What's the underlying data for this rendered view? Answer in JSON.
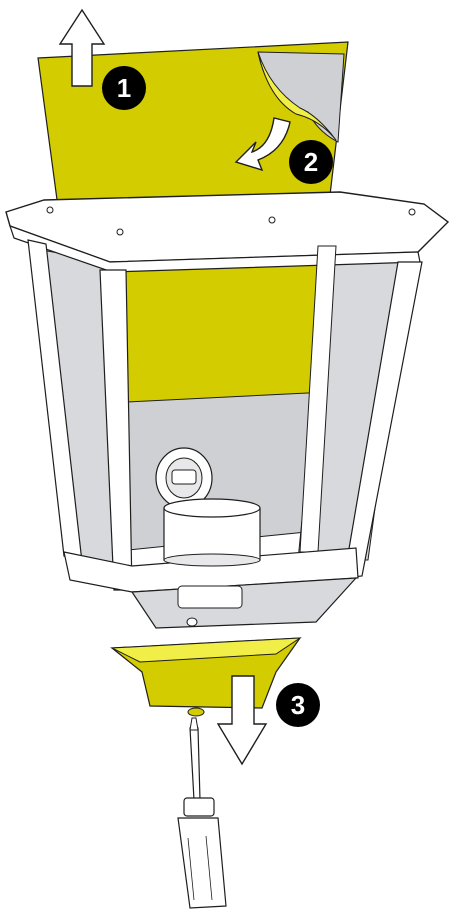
{
  "steps": [
    {
      "number": "1",
      "action": "lift-out"
    },
    {
      "number": "2",
      "action": "peel-film"
    },
    {
      "number": "3",
      "action": "remove-base"
    }
  ],
  "colors": {
    "film": "#d2cc00",
    "film_light": "#f2ee48",
    "frame": "#ffffff",
    "glass": "#cfd0d4",
    "outline": "#1e1e1e",
    "badge": "#000000"
  },
  "icons": [
    "arrow-up-icon",
    "curved-arrow-icon",
    "arrow-down-icon",
    "screwdriver-icon"
  ]
}
